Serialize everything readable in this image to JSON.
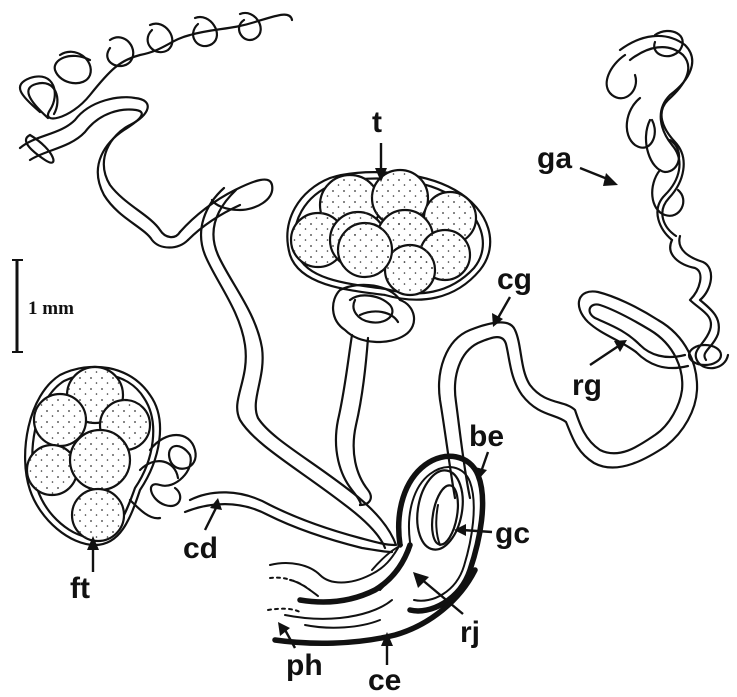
{
  "labels": {
    "t": "t",
    "ga": "ga",
    "cg": "cg",
    "rg": "rg",
    "be": "be",
    "gc": "gc",
    "rj": "rj",
    "ce": "ce",
    "ph": "ph",
    "cd": "cd",
    "ft": "ft"
  },
  "scale_bar": {
    "label": "1 mm"
  }
}
